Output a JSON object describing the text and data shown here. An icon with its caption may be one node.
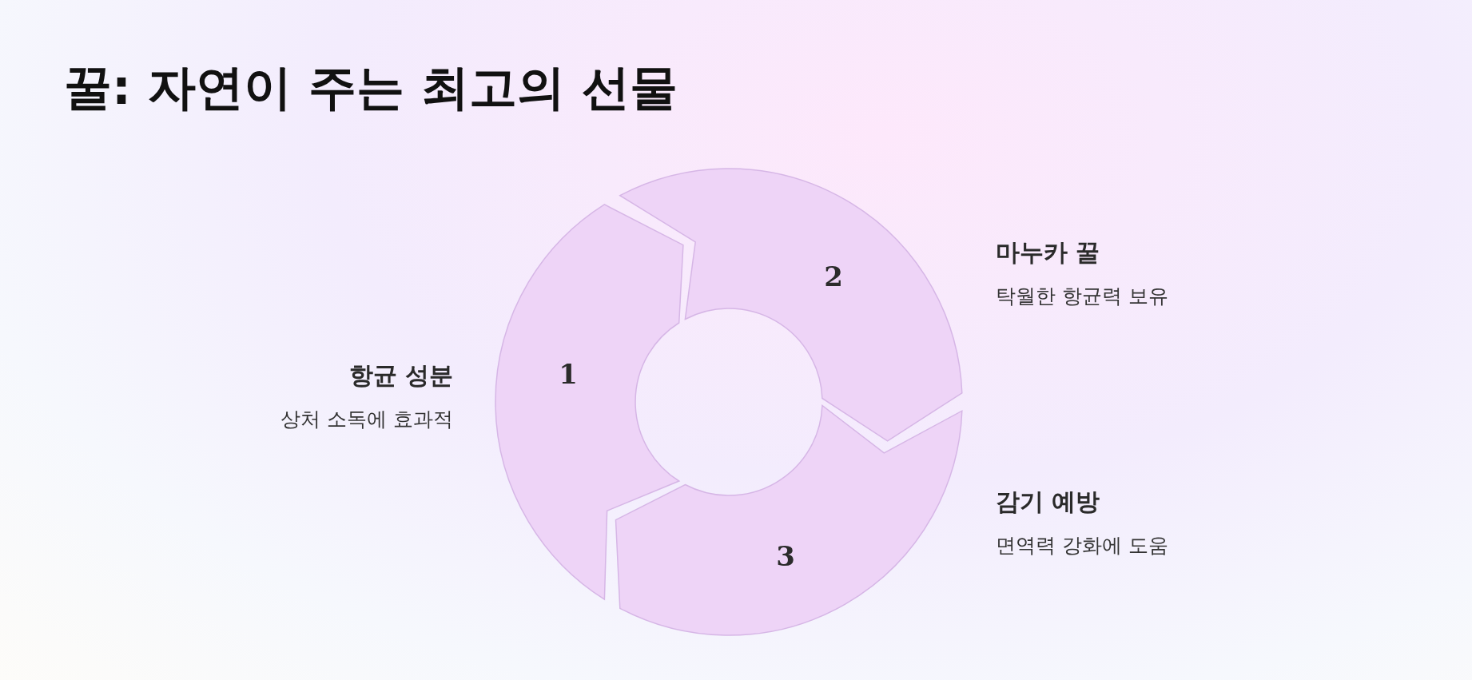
{
  "diagram": {
    "title": "꿀: 자연이 주는 최고의 선물",
    "nodes": [
      {
        "text": [
          "1"
        ],
        "beside": [
          "항균 성분",
          "상처 소독에 효과적"
        ]
      },
      {
        "text": [
          "2"
        ],
        "beside": [
          "마누카 꿀",
          "탁월한 항균력 보유"
        ]
      },
      {
        "text": [
          "3"
        ],
        "beside": [
          "감기 예방",
          "면역력 강화에 도움"
        ]
      }
    ]
  }
}
